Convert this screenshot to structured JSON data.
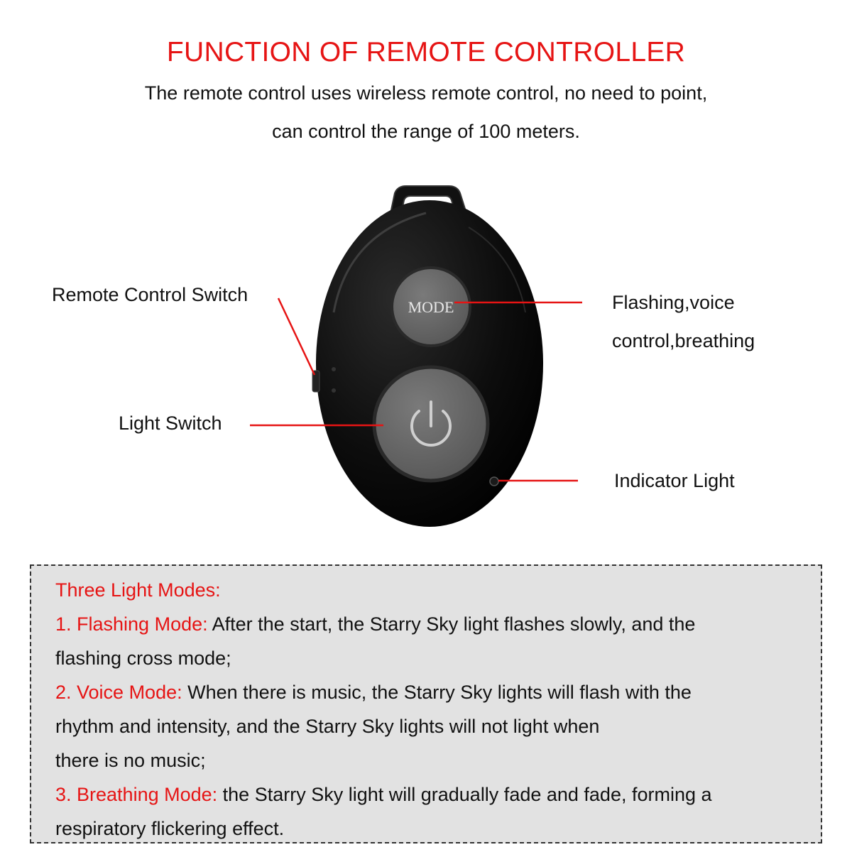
{
  "header": {
    "title": "FUNCTION OF REMOTE CONTROLLER",
    "subtitle_line1": "The remote control uses wireless remote control, no need to point,",
    "subtitle_line2": "can control the range of 100 meters."
  },
  "device": {
    "mode_button_label": "MODE",
    "body_color": "#0b0b0b",
    "button_color": "#6a6a6a",
    "callout_color": "#e61414"
  },
  "callouts": {
    "remote_control_switch": "Remote Control Switch",
    "light_switch": "Light Switch",
    "mode_line1": "Flashing,voice",
    "mode_line2": "control,breathing",
    "indicator_light": "Indicator Light"
  },
  "modes": {
    "heading": "Three Light Modes:",
    "flashing_label": "1. Flashing Mode:",
    "flashing_text_1": " After the start, the Starry Sky light flashes slowly, and the",
    "flashing_text_2": "flashing cross mode;",
    "voice_label": "2. Voice Mode:",
    "voice_text_1": " When there is music, the Starry Sky lights will flash with the",
    "voice_text_2": "rhythm and intensity, and the Starry Sky lights will not light when",
    "voice_text_3": "there is no music;",
    "breathing_label": "3. Breathing Mode:",
    "breathing_text_1": " the Starry Sky light will gradually fade and fade, forming a",
    "breathing_text_2": "respiratory flickering effect."
  }
}
